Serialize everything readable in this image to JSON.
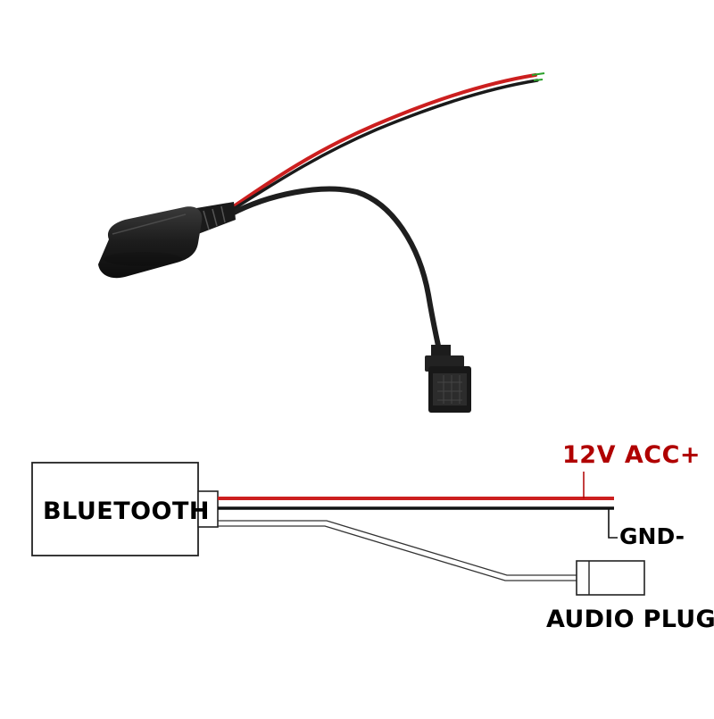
{
  "product_photo": {
    "module": "bluetooth-module-photo",
    "connector": "audio-connector-photo"
  },
  "diagram": {
    "module_label": "BLUETOOTH",
    "power_label": "12V ACC+",
    "ground_label": "GND-",
    "audio_label": "AUDIO PLUG"
  },
  "colors": {
    "power_wire": "#cc1f1f",
    "power_text": "#b00000",
    "ground_wire": "#111111",
    "outline": "#222222",
    "module_body": "#1a1a1a"
  }
}
